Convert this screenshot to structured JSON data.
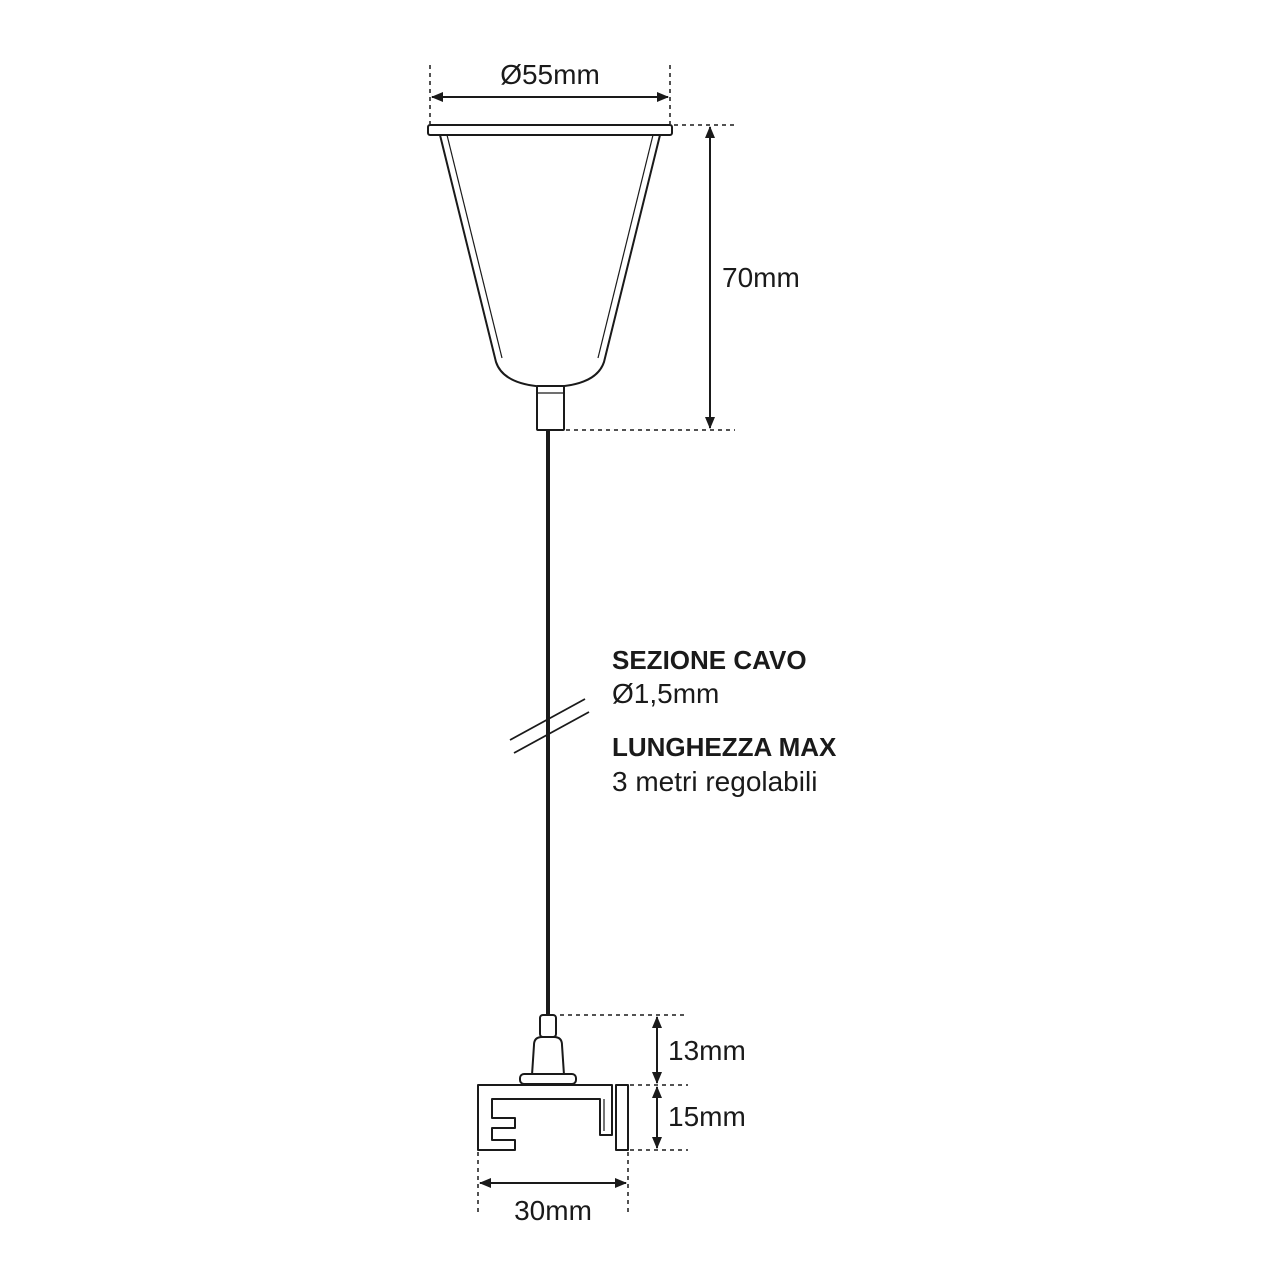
{
  "canopy": {
    "diameter_label": "Ø55mm",
    "height_label": "70mm"
  },
  "cable": {
    "section_title": "SEZIONE CAVO",
    "section_value": "Ø1,5mm",
    "length_title": "LUNGHEZZA MAX",
    "length_value": "3 metri regolabili"
  },
  "adapter": {
    "connector_height_label": "13mm",
    "adapter_height_label": "15mm",
    "width_label": "30mm"
  },
  "colors": {
    "line": "#1a1a1a",
    "background": "#ffffff"
  }
}
